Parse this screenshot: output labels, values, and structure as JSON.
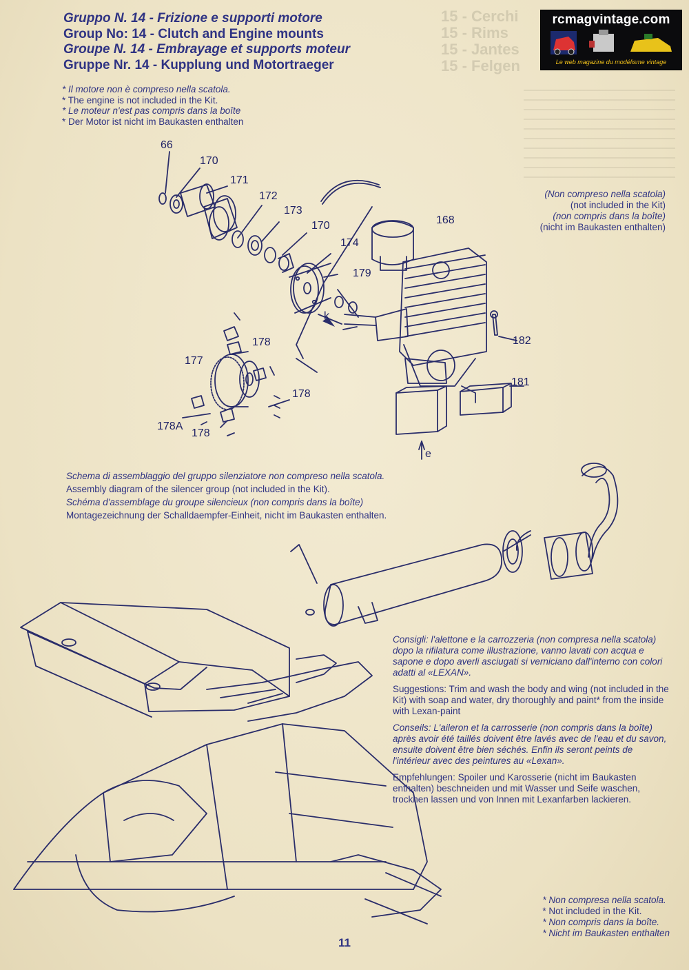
{
  "header": {
    "titles": [
      "Gruppo N. 14 - Frizione e supporti motore",
      "Group No: 14 - Clutch and Engine mounts",
      "Groupe N. 14 - Embrayage et supports moteur",
      "Gruppe Nr. 14 - Kupplung und Motortraeger"
    ]
  },
  "logo": {
    "name": "rcmagvintage.com",
    "tagline": "Le web magazine du modélisme vintage"
  },
  "engine_note": [
    "Il motore non è compreso nella scatola.",
    "The engine is not included in the Kit.",
    "Le moteur n'est pas compris dans la boîte",
    "Der Motor ist nicht im Baukasten enthalten"
  ],
  "not_included_note": [
    "(Non compreso nella scatola)",
    "(not included in the Kit)",
    "(non compris dans la boîte)",
    "(nicht im Baukasten enthalten)"
  ],
  "part_labels": {
    "p66": "66",
    "p170a": "170",
    "p171": "171",
    "p172": "172",
    "p173": "173",
    "p170b": "170",
    "p168": "168",
    "p174": "174",
    "p179": "179",
    "pk": "k",
    "p182": "182",
    "p178a": "178",
    "p177": "177",
    "p181": "181",
    "p178b": "178",
    "p178A": "178A",
    "p178c": "178",
    "pe": "e"
  },
  "silencer_caption": {
    "it": "Schema di assemblaggio del gruppo silenziatore non compreso nella scatola.",
    "en": "Assembly diagram of the silencer group (not included in the Kit).",
    "fr": "Schéma d'assemblage du groupe silencieux (non compris dans la boîte)",
    "de": "Montagezeichnung der Schalldaempfer-Einheit, nicht im Baukasten enthalten."
  },
  "advice": {
    "it": "Consigli: l'alettone e la carrozzeria (non compresa nella scatola) dopo la rifilatura come illustrazione, vanno lavati con acqua e sapone e dopo averli asciugati si verniciano dall'interno con colori adatti al «LEXAN».",
    "en": "Suggestions: Trim and wash the body and wing (not included in the Kit) with soap and water, dry thoroughly and paint* from the inside with Lexan-paint",
    "fr": "Conseils: L'aileron et la carrosserie (non compris dans la boîte) après avoir été taillés doivent être lavés avec de l'eau et du savon, ensuite doivent être bien séchés. Enfin ils seront peints de l'intérieur avec des peintures au «Lexan».",
    "de": "Empfehlungen: Spoiler und Karosserie (nicht im Baukasten enthalten) beschneiden und mit Wasser und Seife waschen, trocknen lassen und von Innen mit Lexanfarben lackieren."
  },
  "footnotes": [
    "Non compresa nella scatola.",
    "Not included in the Kit.",
    "Non compris dans la boîte.",
    "Nicht im Baukasten enthalten"
  ],
  "page_number": "11",
  "colors": {
    "ink": "#2f3383",
    "paper": "#efe6cc",
    "logo_bg": "#0b0b0d",
    "logo_accent": "#f2c21b"
  }
}
